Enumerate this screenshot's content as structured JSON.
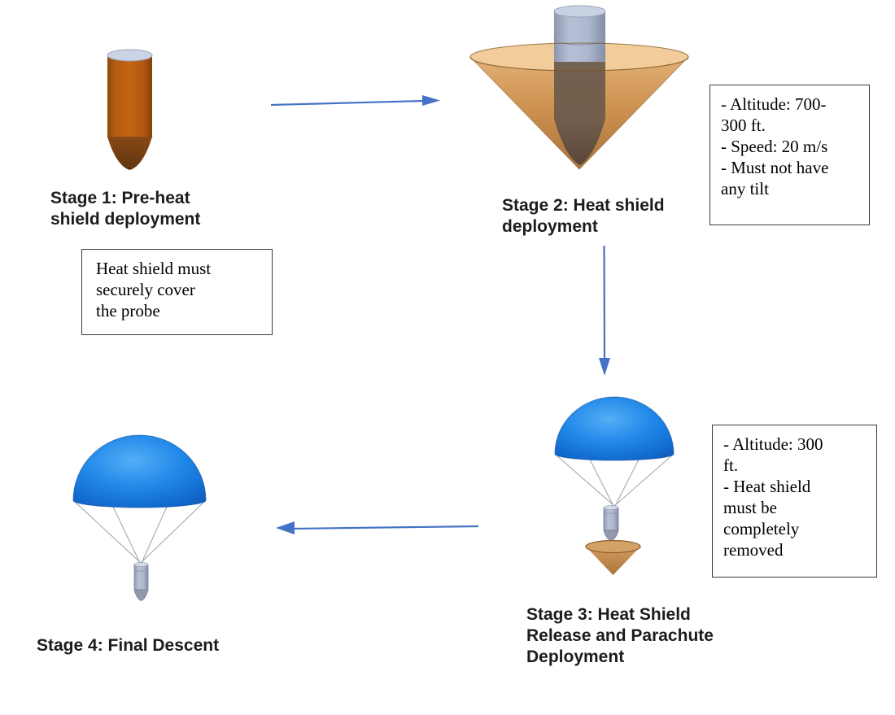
{
  "stages": [
    {
      "name": "Stage 1",
      "label_lines": [
        "Stage 1: Pre-heat",
        "shield deployment"
      ]
    },
    {
      "name": "Stage 2",
      "label_lines": [
        "Stage 2: Heat shield",
        "deployment"
      ]
    },
    {
      "name": "Stage 3",
      "label_lines": [
        "Stage 3:  Heat Shield",
        "Release and Parachute",
        "Deployment"
      ]
    },
    {
      "name": "Stage 4",
      "label_lines": [
        "Stage 4: Final Descent"
      ]
    }
  ],
  "notes": [
    {
      "attached_to": "Stage 1",
      "lines": [
        "Heat shield must",
        "securely cover",
        "the probe"
      ]
    },
    {
      "attached_to": "Stage 2",
      "lines": [
        "- Altitude: 700-",
        "300 ft.",
        "- Speed: 20 m/s",
        "- Must not have",
        "any tilt"
      ]
    },
    {
      "attached_to": "Stage 3",
      "lines": [
        "- Altitude: 300",
        "ft.",
        "- Heat shield",
        "must be",
        "completely",
        "removed"
      ]
    }
  ],
  "arrows": [
    {
      "from": "Stage 1",
      "to": "Stage 2",
      "direction": "right"
    },
    {
      "from": "Stage 2",
      "to": "Stage 3",
      "direction": "down"
    },
    {
      "from": "Stage 3",
      "to": "Stage 4",
      "direction": "left"
    }
  ],
  "icons": [
    {
      "name": "probe-icon"
    },
    {
      "name": "heat-shield-cone-icon"
    },
    {
      "name": "parachute-icon"
    },
    {
      "name": "released-heat-shield-icon"
    }
  ],
  "colors": {
    "arrow_blue": "#4472C4",
    "parachute_blue": "#1E87E8",
    "heat_shield_tan": "#CE9251",
    "probe_copper": "#B55C12",
    "probe_steel": "#AFB8CE",
    "dark_probe_in_shield": "#6F5C4D",
    "suspension_line_gray": "#9AA0A8",
    "note_border": "#3A3A3A",
    "label_text": "#1C1C1C",
    "note_text": "#000000",
    "background": "#FFFFFF"
  }
}
